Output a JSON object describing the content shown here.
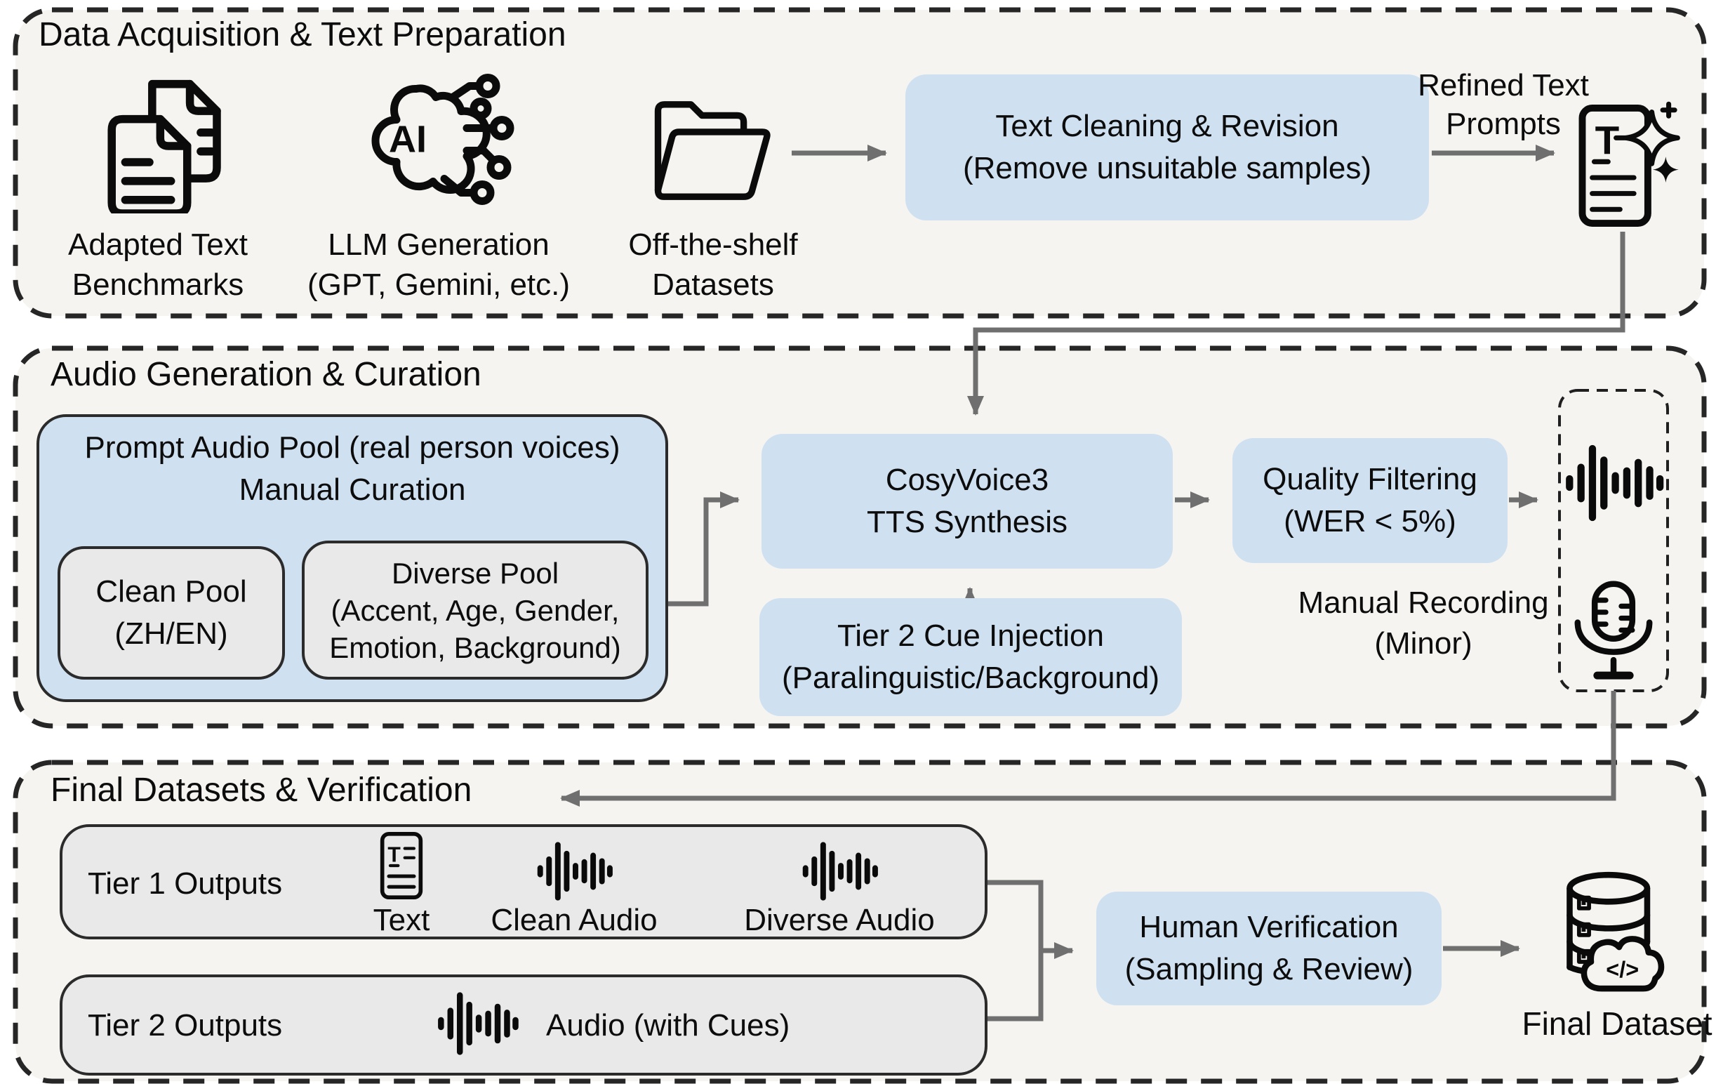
{
  "colors": {
    "box_blue": "#cfe0f1",
    "panel_bg": "#f5f4f1",
    "box_gray": "#e9e9e9",
    "border_dark": "#2b2b2b",
    "arrow_gray": "#6f6f6f"
  },
  "icons": {
    "ai_label": "AI",
    "text_glyph": "T",
    "code_glyph": "</>"
  },
  "top": {
    "title": "Data Acquisition & Text Preparation",
    "sources": [
      {
        "icon": "documents-icon",
        "line1": "Adapted Text",
        "line2": "Benchmarks"
      },
      {
        "icon": "ai-brain-icon",
        "line1": "LLM Generation",
        "line2": "(GPT, Gemini, etc.)"
      },
      {
        "icon": "folder-icon",
        "line1": "Off-the-shelf",
        "line2": "Datasets"
      }
    ],
    "cleaning": {
      "line1": "Text Cleaning & Revision",
      "line2": "(Remove unsuitable samples)"
    },
    "refined": {
      "line1": "Refined Text",
      "line2": "Prompts"
    }
  },
  "middle": {
    "title": "Audio Generation & Curation",
    "pool": {
      "line1": "Prompt Audio Pool (real person voices)",
      "line2": "Manual Curation",
      "clean": {
        "line1": "Clean Pool",
        "line2": "(ZH/EN)"
      },
      "diverse": {
        "line1": "Diverse Pool",
        "line2": "(Accent, Age, Gender,",
        "line3": "Emotion, Background)"
      }
    },
    "tts": {
      "line1": "CosyVoice3",
      "line2": "TTS Synthesis"
    },
    "cue": {
      "line1": "Tier 2 Cue Injection",
      "line2": "(Paralinguistic/Background)"
    },
    "quality": {
      "line1": "Quality Filtering",
      "line2": "(WER < 5%)"
    },
    "manual": {
      "line1": "Manual Recording",
      "line2": "(Minor)"
    }
  },
  "bottom": {
    "title": "Final Datasets & Verification",
    "tier1": {
      "label": "Tier 1 Outputs",
      "items": [
        {
          "icon": "text-doc-icon",
          "label": "Text"
        },
        {
          "icon": "waveform-icon",
          "label": "Clean Audio"
        },
        {
          "icon": "waveform-icon",
          "label": "Diverse Audio"
        }
      ]
    },
    "tier2": {
      "label": "Tier 2 Outputs",
      "item_label": "Audio (with Cues)"
    },
    "verify": {
      "line1": "Human Verification",
      "line2": "(Sampling & Review)"
    },
    "final_label": "Final Dataset"
  }
}
